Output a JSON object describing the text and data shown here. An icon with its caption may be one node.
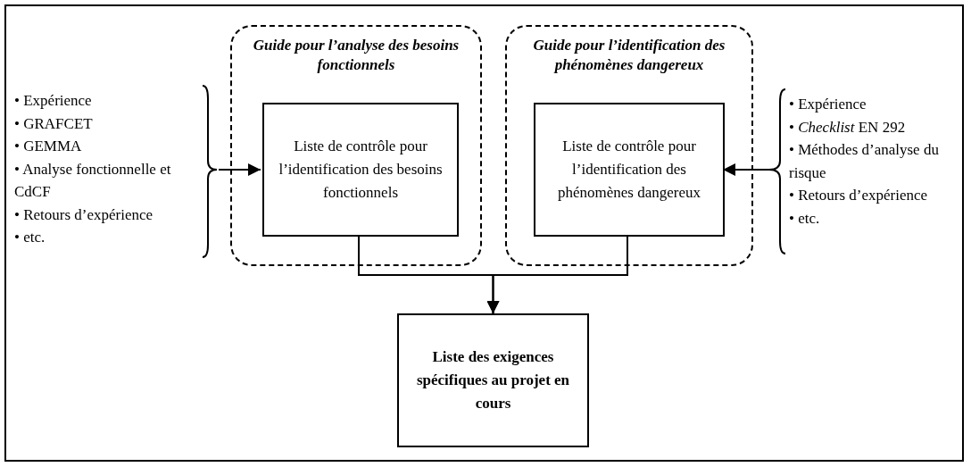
{
  "diagram": {
    "nodes": [
      {
        "text": [
          "Guide pour l’analyse des besoins fonctionnels"
        ]
      },
      {
        "text": [
          "Liste de contrôle pour l’identification des besoins fonctionnels"
        ],
        "in": 0
      },
      {
        "text": [
          "Guide pour l’identification des phénomènes dangereux"
        ]
      },
      {
        "text": [
          "Liste de contrôle pour l’identification des phénomènes dangereux"
        ],
        "in": 2
      },
      {
        "text": [
          "Liste des exigences spécifiques au projet en cours"
        ]
      },
      {
        "text": [
          "• Expérience",
          "• GRAFCET",
          "• GEMMA",
          "• Analyse fonctionnelle et CdCF",
          "• Retours d’expérience",
          "• etc."
        ]
      },
      {
        "text": [
          "• Expérience",
          "• *Checklist* EN 292",
          "• Méthodes d’analyse du risque",
          "• Retours d’expérience",
          "• etc."
        ]
      }
    ],
    "edges": [
      {
        "from": 5,
        "to": 1,
        "arrow": "to"
      },
      {
        "from": 6,
        "to": 3,
        "arrow": "to"
      },
      {
        "from": 1,
        "to": 4,
        "arrow": "to"
      },
      {
        "from": 3,
        "to": 4,
        "arrow": "to"
      }
    ]
  }
}
